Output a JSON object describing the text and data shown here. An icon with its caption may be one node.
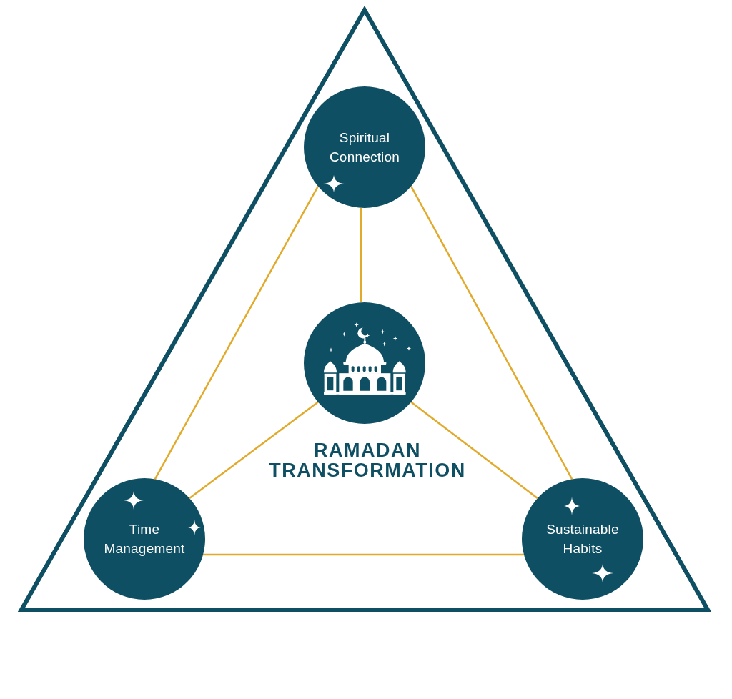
{
  "diagram": {
    "nodes": [
      {
        "text": [],
        "shape": "triangle"
      },
      {
        "text": [
          "Spiritual Connection"
        ],
        "in": 0
      },
      {
        "text": [],
        "shape": "circle",
        "in": 0,
        "beside": [
          "RAMADAN TRANSFORMATION"
        ]
      },
      {
        "text": [
          "Time Management"
        ],
        "in": 0
      },
      {
        "text": [
          "Sustainable Habits"
        ],
        "in": 0
      }
    ],
    "edges": [
      {
        "from": 1,
        "to": 2,
        "arrow": "none"
      },
      {
        "from": 1,
        "to": 3,
        "arrow": "none"
      },
      {
        "from": 1,
        "to": 4,
        "arrow": "none"
      },
      {
        "from": 2,
        "to": 3,
        "arrow": "none"
      },
      {
        "from": 2,
        "to": 4,
        "arrow": "none"
      },
      {
        "from": 3,
        "to": 4,
        "arrow": "none"
      }
    ]
  }
}
